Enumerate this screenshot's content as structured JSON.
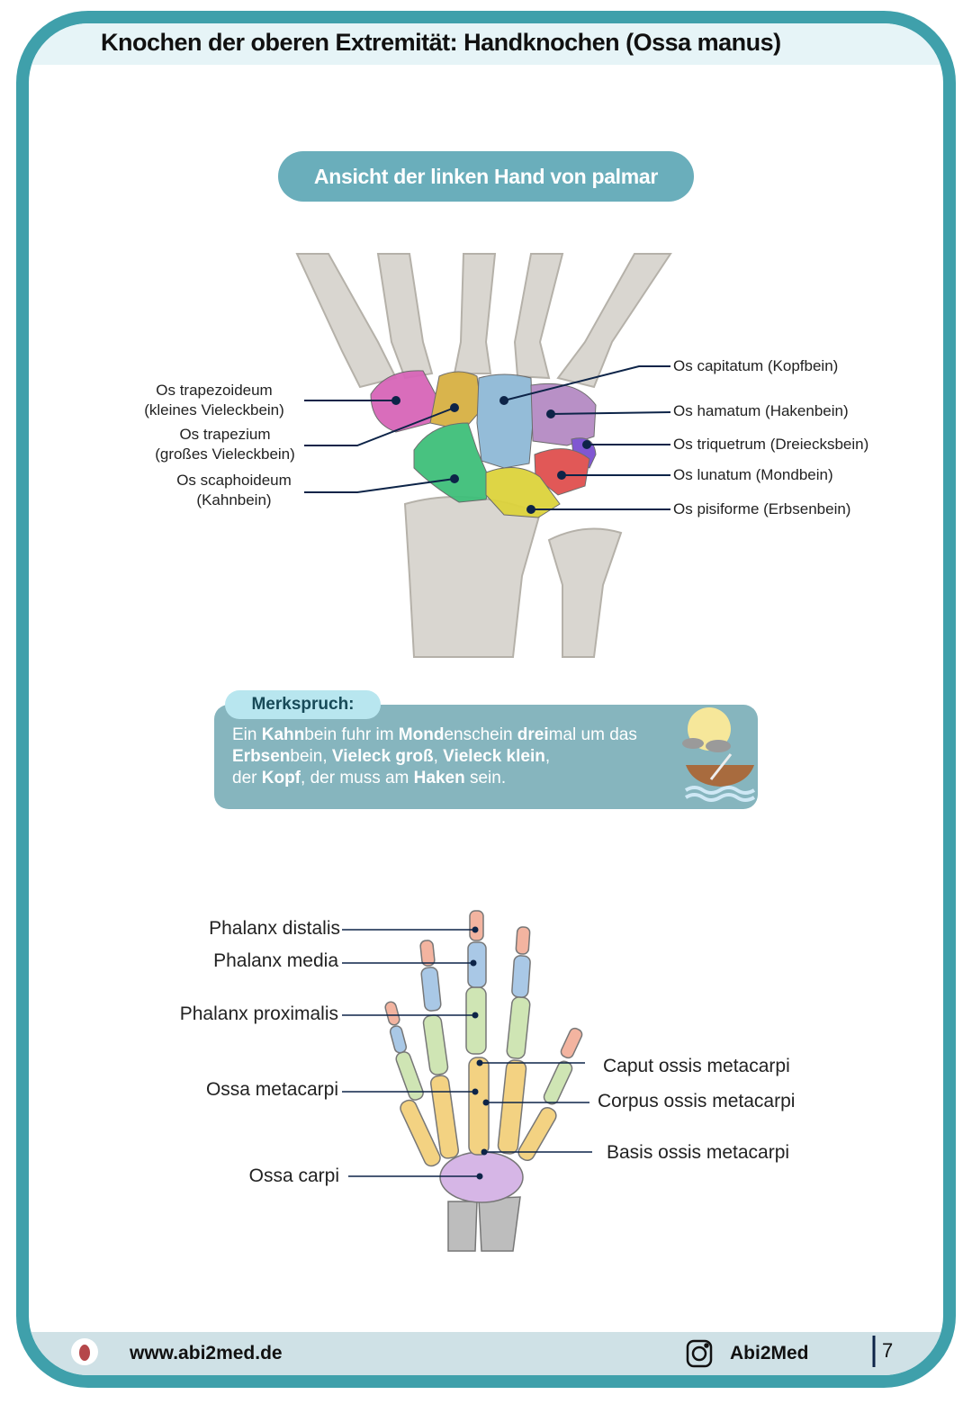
{
  "header": {
    "title": "Knochen der oberen Extremität: Handknochen (Ossa manus)"
  },
  "section": {
    "view_label": "Ansicht der linken Hand von palmar"
  },
  "carpal_labels": {
    "trapezoideum": [
      "Os trapezoideum",
      "(kleines Vieleckbein)"
    ],
    "trapezium": [
      "Os trapezium",
      "(großes Vieleckbein)"
    ],
    "scaphoideum": [
      "Os scaphoideum",
      "(Kahnbein)"
    ],
    "capitatum": "Os capitatum (Kopfbein)",
    "hamatum": "Os hamatum (Hakenbein)",
    "triquetrum": "Os triquetrum (Dreiecksbein)",
    "lunatum": "Os lunatum (Mondbein)",
    "pisiforme": "Os pisiforme (Erbsenbein)"
  },
  "colors": {
    "trapezoideum": "#d766b8",
    "trapezium": "#d8b043",
    "scaphoideum": "#3fbf7a",
    "capitatum": "#8fb9d6",
    "hamatum": "#b58bc4",
    "triquetrum": "#7a4fd0",
    "lunatum": "#e0504f",
    "pisiforme": "#ddd33c",
    "frame": "#3fa0ab"
  },
  "mnemonic": {
    "title": "Merkspruch:",
    "parts": [
      [
        "Ein ",
        false
      ],
      [
        "Kahn",
        true
      ],
      [
        "bein fuhr im ",
        false
      ],
      [
        "Mond",
        true
      ],
      [
        "enschein ",
        false
      ],
      [
        "drei",
        true
      ],
      [
        "mal um das",
        false
      ],
      [
        "\n",
        false
      ],
      [
        "Erbsen",
        true
      ],
      [
        "bein, ",
        false
      ],
      [
        "Vieleck groß",
        true
      ],
      [
        ", ",
        false
      ],
      [
        "Vieleck klein",
        true
      ],
      [
        ",",
        false
      ],
      [
        "\n",
        false
      ],
      [
        "der ",
        false
      ],
      [
        "Kopf",
        true
      ],
      [
        ", der muss am ",
        false
      ],
      [
        "Haken",
        true
      ],
      [
        " sein.",
        false
      ]
    ]
  },
  "hand_labels": {
    "phalanx_distalis": "Phalanx distalis",
    "phalanx_media": "Phalanx media",
    "phalanx_proximalis": "Phalanx proximalis",
    "ossa_metacarpi": "Ossa metacarpi",
    "ossa_carpi": "Ossa carpi",
    "caput": "Caput ossis metacarpi",
    "corpus": "Corpus ossis metacarpi",
    "basis": "Basis ossis metacarpi"
  },
  "footer": {
    "website": "www.abi2med.de",
    "instagram": "Abi2Med",
    "page": "7"
  }
}
